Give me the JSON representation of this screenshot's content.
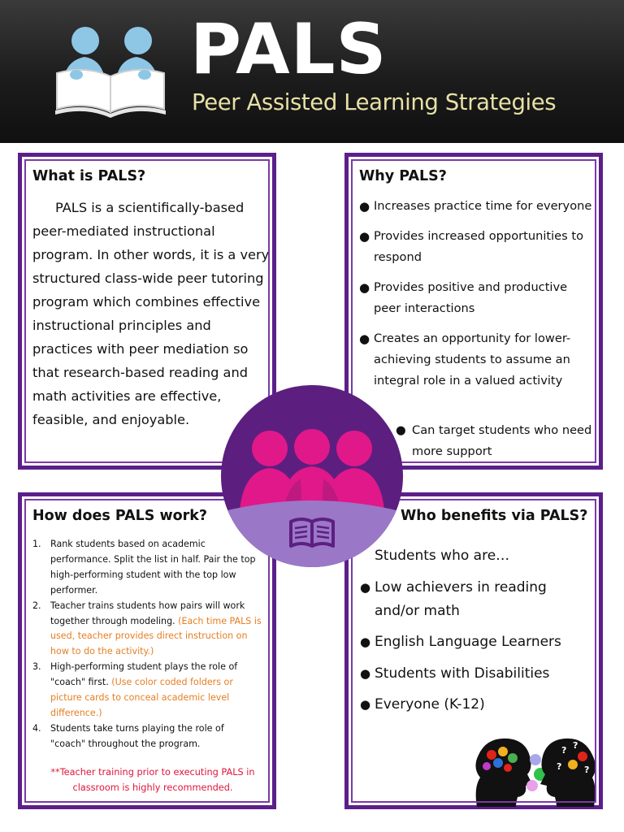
{
  "header": {
    "title": "PALS",
    "subtitle": "Peer Assisted Learning Strategies",
    "logo_icon": "two-readers-book-icon"
  },
  "colors": {
    "card_border": "#5b1f8a",
    "emblem_circle": "#5c1f80",
    "people": "#e0188a",
    "emblem_base": "#9b77c7",
    "note_orange": "#e67e22",
    "note_red": "#e0143c",
    "header_bg": "#1c1c1c",
    "subtitle_color": "#e8e0a6"
  },
  "what": {
    "title": "What is PALS?",
    "text": "PALS is a scientifically-based peer-mediated instructional program. In other words, it is a very structured class-wide peer tutoring program which combines effective instructional principles and practices with peer mediation so that research-based reading and math activities are effective, feasible, and enjoyable."
  },
  "why": {
    "title": "Why PALS?",
    "items": [
      "Increases practice time for everyone",
      "Provides increased opportunities to respond",
      "Provides positive and productive peer interactions",
      "Creates an opportunity for lower-achieving students to assume an integral role in a valued activity"
    ],
    "sub_item": "Can target students who need more support"
  },
  "how": {
    "title": "How does PALS work?",
    "steps": [
      {
        "num": "1.",
        "text": "Rank students based on academic performance. Split the list in half. Pair the top high-performing student with the top low performer.",
        "note": ""
      },
      {
        "num": "2.",
        "text": "Teacher trains students how pairs will work together through modeling.",
        "note": "(Each time PALS is used, teacher provides direct instruction on how to do the activity.)"
      },
      {
        "num": "3.",
        "text": "High-performing student plays the role of \"coach\" first.",
        "note": "(Use color coded folders or picture cards to conceal academic level difference.)"
      },
      {
        "num": "4.",
        "text": "Students take turns playing the role of \"coach\" throughout the program.",
        "note": ""
      }
    ],
    "footnote": "**Teacher training prior to executing PALS in classroom is highly recommended."
  },
  "who": {
    "title": "Who benefits via PALS?",
    "intro": "Students who are…",
    "items": [
      "Low achievers in reading and/or math",
      "English Language Learners",
      "Students with Disabilities",
      "Everyone (K-12)"
    ]
  },
  "emblem": {
    "people_icon": "three-people-icon",
    "book_icon": "open-book-icon"
  }
}
